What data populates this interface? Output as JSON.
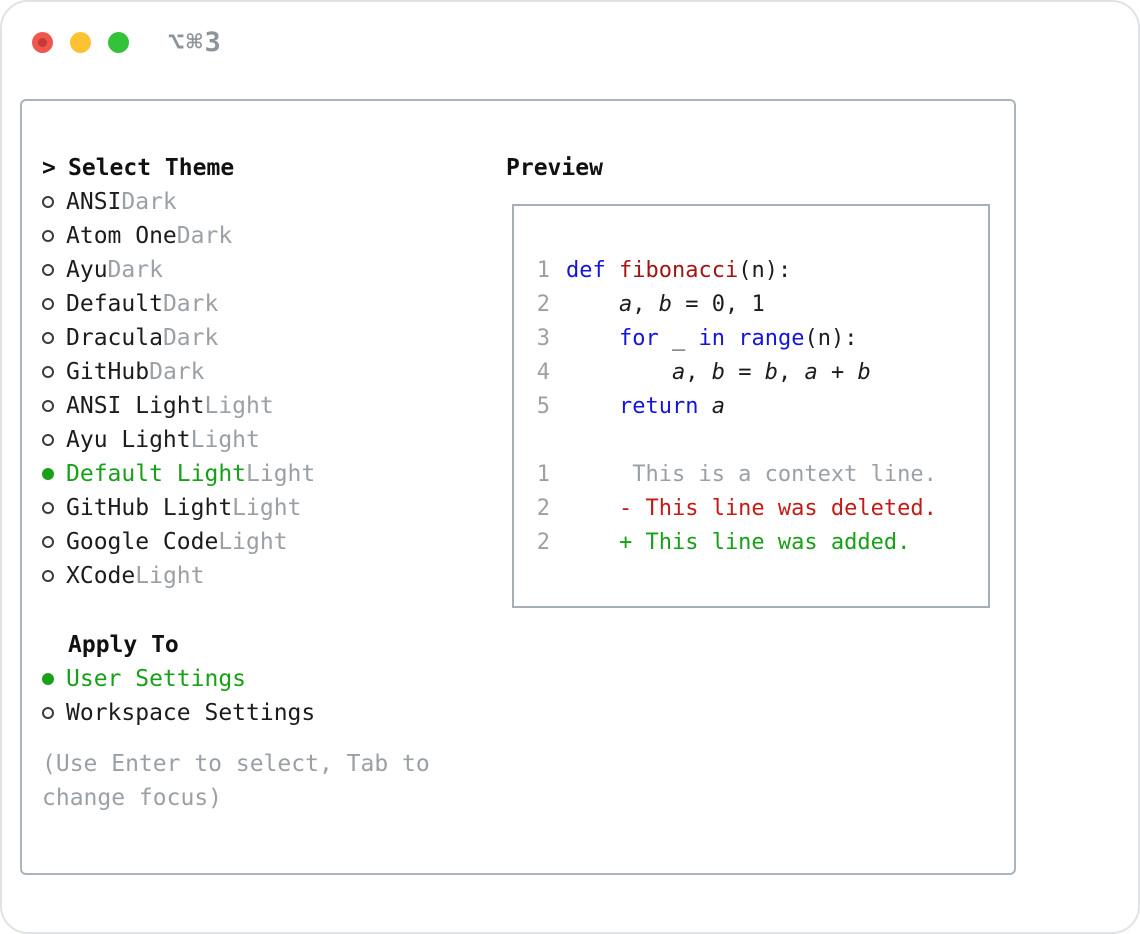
{
  "window": {
    "shortcut_label": "⌥⌘3"
  },
  "colors": {
    "selected_green": "#18a018",
    "keyword_blue": "#1414dd",
    "function_red": "#a31515",
    "deleted_red": "#c41a16",
    "added_green": "#18a018",
    "muted_gray": "#9aa0a6"
  },
  "theme_selector": {
    "prompt": ">",
    "header": "Select Theme",
    "items": [
      {
        "name": "ANSI",
        "variant": "Dark",
        "selected": false
      },
      {
        "name": "Atom One",
        "variant": "Dark",
        "selected": false
      },
      {
        "name": "Ayu",
        "variant": "Dark",
        "selected": false
      },
      {
        "name": "Default",
        "variant": "Dark",
        "selected": false
      },
      {
        "name": "Dracula",
        "variant": "Dark",
        "selected": false
      },
      {
        "name": "GitHub",
        "variant": "Dark",
        "selected": false
      },
      {
        "name": "ANSI Light",
        "variant": "Light",
        "selected": false
      },
      {
        "name": "Ayu Light",
        "variant": "Light",
        "selected": false
      },
      {
        "name": "Default Light",
        "variant": "Light",
        "selected": true
      },
      {
        "name": "GitHub Light",
        "variant": "Light",
        "selected": false
      },
      {
        "name": "Google Code",
        "variant": "Light",
        "selected": false
      },
      {
        "name": "XCode",
        "variant": "Light",
        "selected": false
      }
    ]
  },
  "apply_to": {
    "header": "Apply To",
    "options": [
      {
        "label": "User Settings",
        "selected": true
      },
      {
        "label": "Workspace Settings",
        "selected": false
      }
    ]
  },
  "hint": "(Use Enter to select, Tab to change focus)",
  "preview": {
    "header": "Preview",
    "code_lines": [
      {
        "num": "1",
        "tokens": [
          [
            "def",
            "kw"
          ],
          [
            " ",
            ""
          ],
          [
            "fibonacci",
            "fn"
          ],
          [
            "(n):",
            ""
          ]
        ]
      },
      {
        "num": "2",
        "tokens": [
          [
            "    ",
            ""
          ],
          [
            "a",
            "var"
          ],
          [
            ", ",
            ""
          ],
          [
            "b",
            "var"
          ],
          [
            " = 0, 1",
            ""
          ]
        ]
      },
      {
        "num": "3",
        "tokens": [
          [
            "    ",
            ""
          ],
          [
            "for",
            "kw"
          ],
          [
            " _ ",
            ""
          ],
          [
            "in",
            "kw"
          ],
          [
            " ",
            ""
          ],
          [
            "range",
            "kw"
          ],
          [
            "(n):",
            ""
          ]
        ]
      },
      {
        "num": "4",
        "tokens": [
          [
            "        ",
            ""
          ],
          [
            "a",
            "var"
          ],
          [
            ", ",
            ""
          ],
          [
            "b",
            "var"
          ],
          [
            " = ",
            ""
          ],
          [
            "b",
            "var"
          ],
          [
            ", ",
            ""
          ],
          [
            "a",
            "var"
          ],
          [
            " + ",
            ""
          ],
          [
            "b",
            "var"
          ]
        ]
      },
      {
        "num": "5",
        "tokens": [
          [
            "    ",
            ""
          ],
          [
            "return",
            "kw"
          ],
          [
            " ",
            ""
          ],
          [
            "a",
            "var"
          ]
        ]
      },
      {
        "num": "",
        "tokens": []
      },
      {
        "num": "1",
        "tokens": [
          [
            "     This is a context line.",
            "context"
          ]
        ]
      },
      {
        "num": "2",
        "tokens": [
          [
            "    - This line was deleted.",
            "deleted"
          ]
        ]
      },
      {
        "num": "2",
        "tokens": [
          [
            "    + This line was added.",
            "added"
          ]
        ]
      }
    ]
  }
}
